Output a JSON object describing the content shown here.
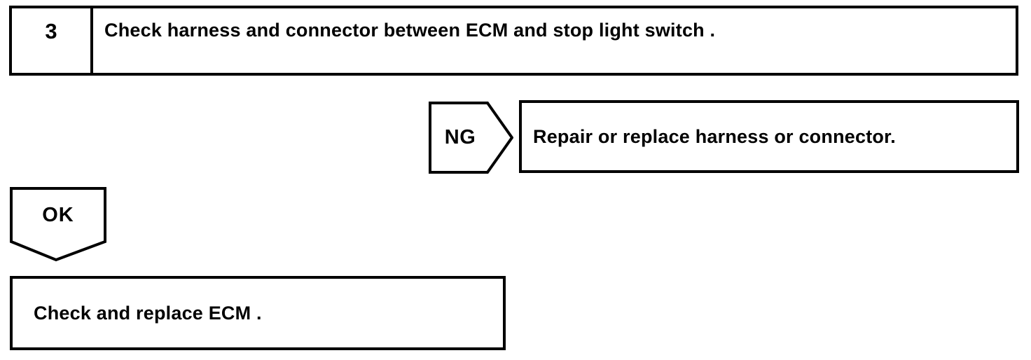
{
  "flowchart": {
    "step": {
      "number": "3",
      "instruction": "Check harness and connector between ECM and stop light switch ."
    },
    "ng_branch": {
      "label": "NG",
      "action": "Repair or replace harness or connector."
    },
    "ok_branch": {
      "label": "OK",
      "action": "Check and replace ECM ."
    }
  },
  "colors": {
    "line": "#000000",
    "text": "#000000",
    "background": "#ffffff"
  }
}
